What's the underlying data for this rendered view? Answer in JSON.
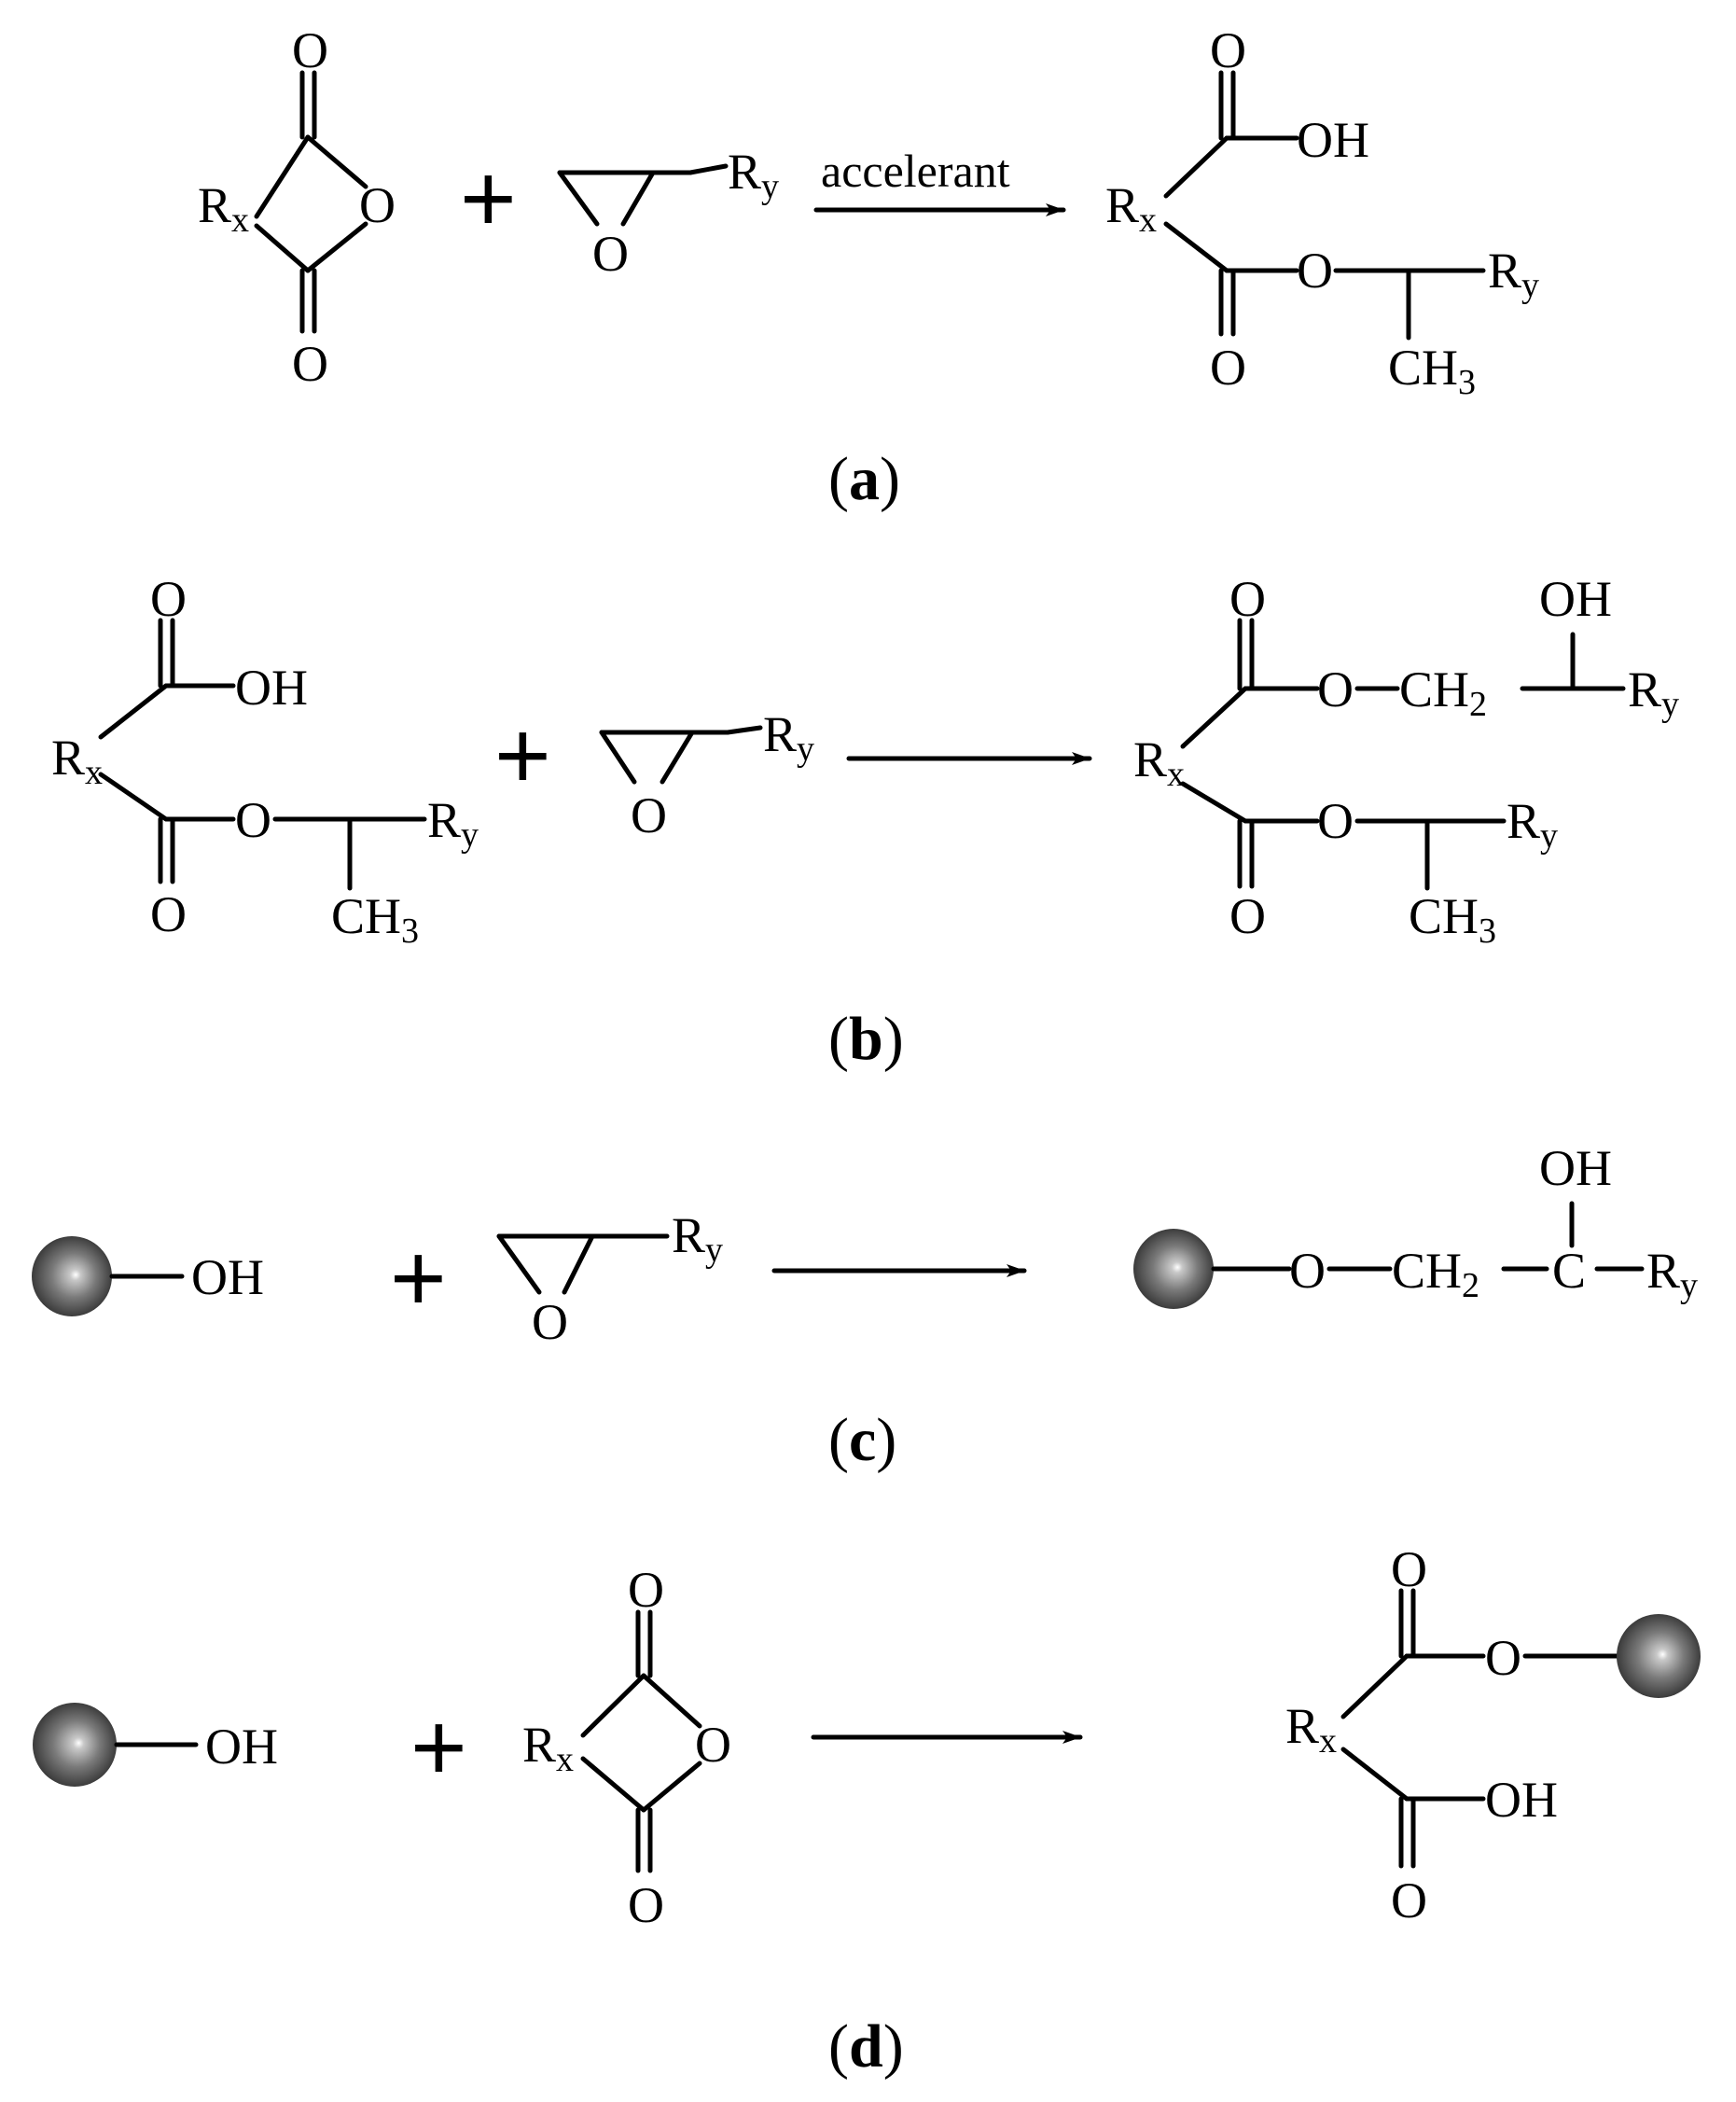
{
  "atoms": {
    "o": "O",
    "oh": "OH",
    "r": "R",
    "x": "x",
    "y": "y",
    "ch": "CH",
    "two": "2",
    "three": "3",
    "c": "C"
  },
  "plus": "+",
  "arrow_label": "accelerant",
  "panels": {
    "a": {
      "open": "(",
      "letter": "a",
      "close": ")"
    },
    "b": {
      "open": "(",
      "letter": "b",
      "close": ")"
    },
    "c": {
      "open": "(",
      "letter": "c",
      "close": ")"
    },
    "d": {
      "open": "(",
      "letter": "d",
      "close": ")"
    }
  },
  "colors": {
    "ink": "#000000",
    "sphere_dark": "#2e2e2e",
    "sphere_mid": "#7a7a7a",
    "sphere_light": "#ffffff"
  }
}
